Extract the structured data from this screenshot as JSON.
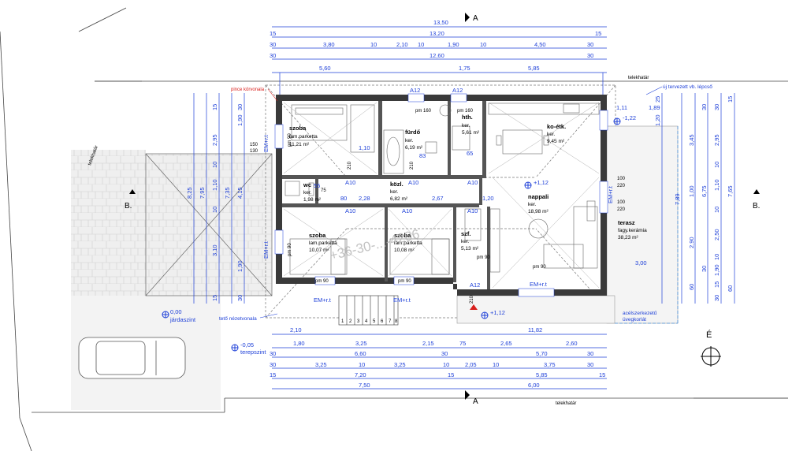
{
  "section_mark": "A",
  "section_side_mark": "B.",
  "top_dims": {
    "row1": [
      "13,50"
    ],
    "row2": [
      "15",
      "13,20",
      "15"
    ],
    "row3": [
      "30",
      "3,80",
      "10",
      "2,10",
      "10",
      "1,90",
      "10",
      "4,50",
      "30"
    ],
    "row4": [
      "30",
      "12,60",
      "30"
    ],
    "row5": [
      "5,60",
      "1,75",
      "5,85"
    ]
  },
  "bottom_dims": {
    "row1": [
      "2,10",
      "11,82"
    ],
    "row2": [
      "1,80",
      "3,25",
      "2,15",
      "75",
      "2,65",
      "2,60"
    ],
    "row3": [
      "30",
      "6,60",
      "30",
      "5,70",
      "30"
    ],
    "row4": [
      "30",
      "3,25",
      "10",
      "3,25",
      "10",
      "2,05",
      "10",
      "3,75",
      "30"
    ],
    "row5": [
      "15",
      "7,20",
      "15",
      "5,85",
      "15"
    ],
    "row6": [
      "7,50",
      "6,00"
    ]
  },
  "left_dims": {
    "outer": "8,25",
    "c2": "7,95",
    "c3": [
      "15",
      "2,95",
      "10",
      "1,10",
      "10",
      "3,10",
      "15"
    ],
    "c4": "7,35",
    "c5": [
      "30",
      "1,90",
      "4,15",
      "1,90",
      "30"
    ]
  },
  "right_dims": {
    "c1": [
      "25",
      "1,20",
      "3,45",
      "1,00",
      "2,90",
      "60"
    ],
    "c2": [
      "30",
      "6,75",
      "30"
    ],
    "c3": [
      "30",
      "2,95",
      "10",
      "1,10",
      "10",
      "2,50",
      "10",
      "1,90",
      "15",
      "30"
    ],
    "c4": [
      "15",
      "7,65",
      "60"
    ],
    "c5": "7,89",
    "terrace_w": "3,00",
    "terrace_edge": [
      "1,11",
      "1,89"
    ]
  },
  "rooms": [
    {
      "name": "szoba",
      "floor": "lam.parketta",
      "area": "11,21 m²"
    },
    {
      "name": "fürdő",
      "floor": "ker.",
      "area": "6,19 m²"
    },
    {
      "name": "hth.",
      "floor": "ker.",
      "area": "5,61 m²"
    },
    {
      "name": "ko-étk.",
      "floor": "ker.",
      "area": "9,45 m²"
    },
    {
      "name": "wc",
      "floor": "ker.",
      "area": "1,98 m²"
    },
    {
      "name": "közl.",
      "floor": "ker.",
      "area": "6,82 m²"
    },
    {
      "name": "nappali",
      "floor": "ker.",
      "area": "18,98 m²"
    },
    {
      "name": "szoba",
      "floor": "lam.parketta",
      "area": "10,07 m²"
    },
    {
      "name": "szoba",
      "floor": "lam.parketta",
      "area": "10,08 m²"
    },
    {
      "name": "szf.",
      "floor": "ker.",
      "area": "5,13 m²"
    },
    {
      "name": "terasz",
      "floor": "fagy.kerámia",
      "area": "38,23 m²"
    }
  ],
  "labels": {
    "pince": "pince körvonala",
    "teto": "tető nézetvonala",
    "telekhatar": "telekhatár",
    "lepcso": "új tervezett vb. lépcső",
    "level_122": "-1,22",
    "level_112": "+1,12",
    "level_112b": "+1,12",
    "jardaszint_val": "0,00",
    "jardaszint": "járdaszint",
    "terepszint_val": "-0,05",
    "terepszint": "terepszint",
    "uveg1": "acélszerkezetű",
    "uveg2": "üvegkorlát",
    "north": "É",
    "watermark": "+36-30-...-4206"
  },
  "openings": [
    "A12",
    "A12",
    "A10",
    "A10",
    "A10",
    "A10",
    "A10",
    "A10",
    "A12",
    "EM+r.t",
    "EM+r.t",
    "EM+r.t",
    "EM+r.t",
    "EM+r.t",
    "EM+r.t"
  ],
  "small_dims": [
    "1,10",
    "83",
    "65",
    "2,28",
    "2,67",
    "1,20",
    "80",
    "55",
    "75",
    "pm 160",
    "pm 160",
    "pm 90",
    "pm 90",
    "pm 90",
    "pm 90",
    "pm 90",
    "pm 90",
    "150",
    "130",
    "100",
    "220",
    "100",
    "220",
    "210",
    "210",
    "210"
  ],
  "stairs": [
    "1",
    "2",
    "3",
    "4",
    "5",
    "6",
    "7",
    "8"
  ],
  "colors": {
    "dim": "#1d3fd8",
    "wall": "#3a3a3a",
    "red": "#d8201d",
    "lightblue": "#4a90d9",
    "paving": "#e6e6e6"
  }
}
